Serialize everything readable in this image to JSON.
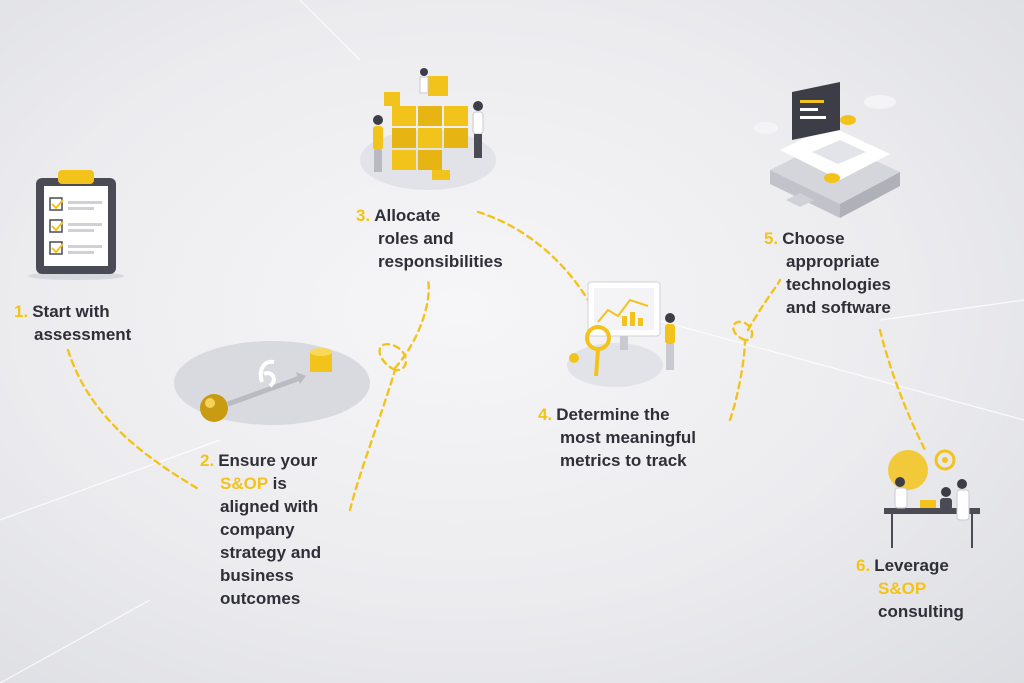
{
  "accent_color": "#f2c31a",
  "text_color": "#2f2f37",
  "steps": [
    {
      "num": "1.",
      "lines": [
        "Start with",
        "assessment"
      ]
    },
    {
      "num": "2.",
      "line1": "Ensure your",
      "highlight": "S&OP",
      "after_highlight": " is",
      "lines": [
        "aligned with",
        "company",
        "strategy and",
        "business",
        "outcomes"
      ]
    },
    {
      "num": "3.",
      "lines": [
        "Allocate",
        "roles and",
        "responsibilities"
      ]
    },
    {
      "num": "4.",
      "lines": [
        "Determine the",
        "most meaningful",
        "metrics to track"
      ]
    },
    {
      "num": "5.",
      "lines": [
        "Choose",
        "appropriate",
        "technologies",
        "and software"
      ]
    },
    {
      "num": "6.",
      "line1": "Leverage",
      "highlight": "S&OP",
      "lines": [
        "consulting"
      ]
    }
  ],
  "icons": [
    "clipboard-checklist-icon",
    "ball-and-chain-icon",
    "puzzle-team-icon",
    "analytics-monitor-icon",
    "technology-platform-icon",
    "team-consulting-icon"
  ]
}
